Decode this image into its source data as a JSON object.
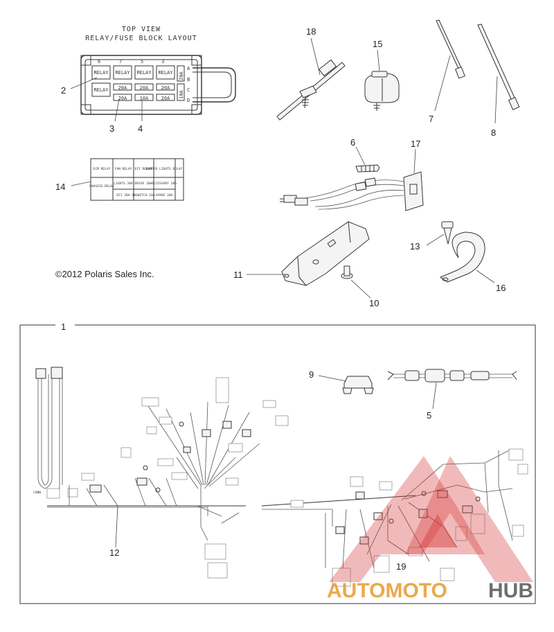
{
  "relay_block": {
    "title_line1": "TOP VIEW",
    "title_line2": "RELAY/FUSE BLOCK LAYOUT",
    "row_relay": [
      "RELAY",
      "RELAY",
      "RELAY",
      "RELAY"
    ],
    "row_fuse_1": [
      "RELAY",
      "20A",
      "20A",
      "20A"
    ],
    "row_fuse_2": [
      "20A",
      "10A",
      "20A"
    ],
    "side_fuses": [
      "20A",
      "10A"
    ],
    "column_numbers": [
      "6",
      "7",
      "5",
      "3"
    ],
    "row_letters": [
      "A",
      "B",
      "C",
      "D"
    ]
  },
  "fuse_label": {
    "headers": [
      "ECM RELAY",
      "FAN RELAY",
      "EFI RELAY",
      "BUMPER LIGHTS RELAY"
    ],
    "row1": [
      "CHASSIS RELAY",
      "LIGHTS 20A",
      "DRIVE 20A",
      "ACCESSORY 20A"
    ],
    "row2": [
      "",
      "EFI 20A",
      "ONSWITCH 10A",
      "SPARE 20A"
    ]
  },
  "callouts": {
    "c1": "1",
    "c2": "2",
    "c3": "3",
    "c4": "4",
    "c5": "5",
    "c6": "6",
    "c7": "7",
    "c8": "8",
    "c9": "9",
    "c10": "10",
    "c11": "11",
    "c12": "12",
    "c13": "13",
    "c14": "14",
    "c15": "15",
    "c16": "16",
    "c17": "17",
    "c18": "18",
    "c19": "19"
  },
  "copyright": "©2012 Polaris Sales Inc.",
  "watermark": {
    "text_part1": "AUTOMOTO",
    "text_part2": "HUB",
    "color_red": "#d83a3a",
    "color_orange": "#e89a2a",
    "color_gray": "#555555"
  }
}
